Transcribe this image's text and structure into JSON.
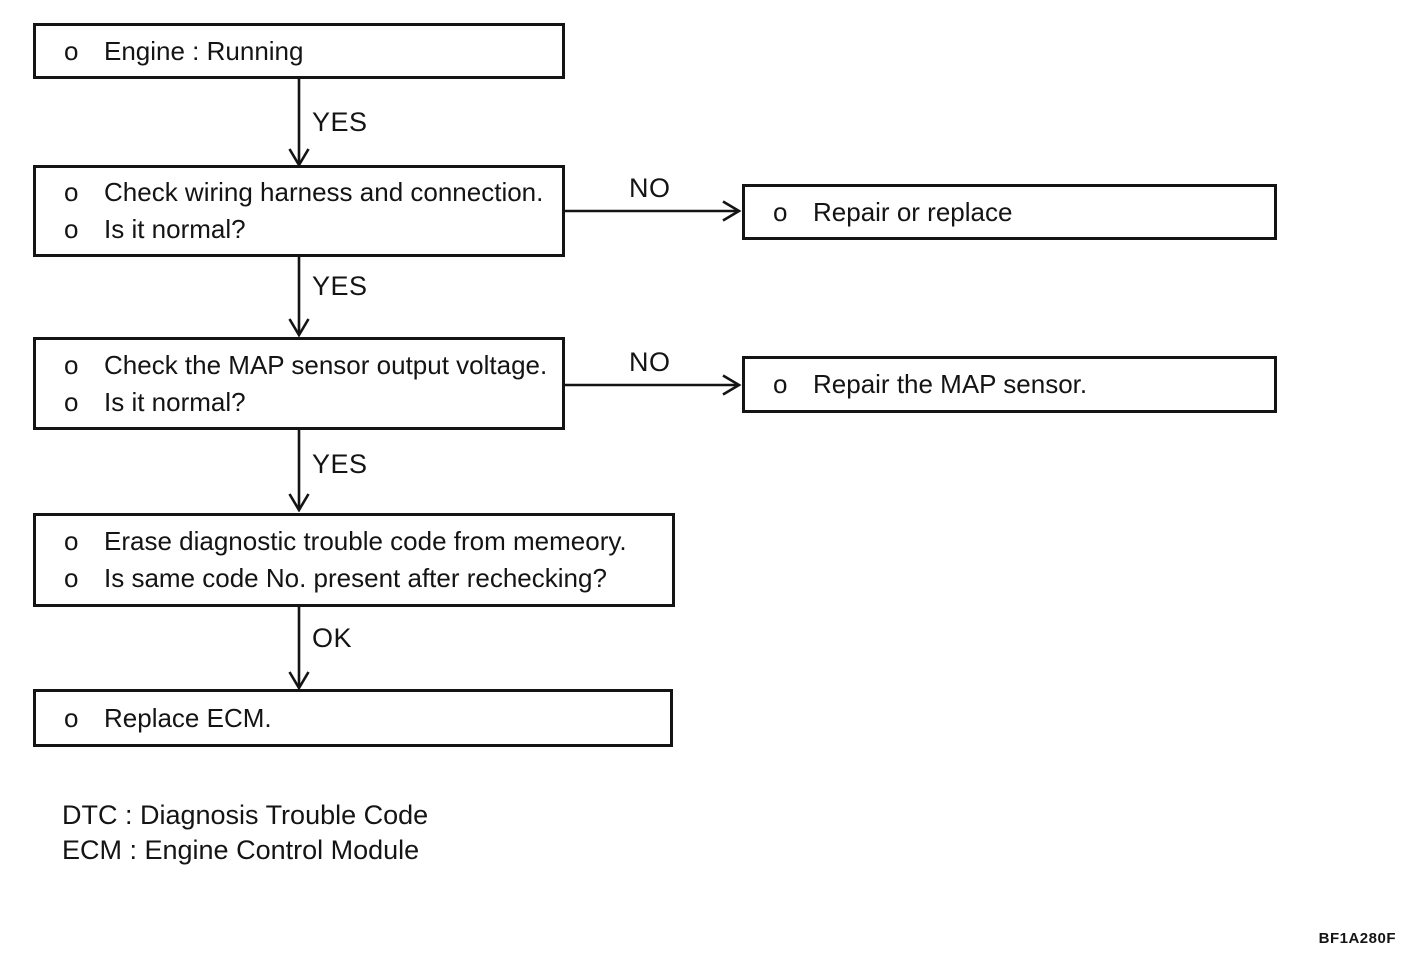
{
  "flowchart": {
    "bullet": "o",
    "boxes": {
      "engine": {
        "lines": [
          "Engine : Running"
        ]
      },
      "wiring": {
        "lines": [
          "Check wiring harness and connection.",
          "Is it normal?"
        ]
      },
      "repair_replace": {
        "lines": [
          "Repair or replace"
        ]
      },
      "map_sensor": {
        "lines": [
          "Check the MAP sensor output voltage.",
          "Is it normal?"
        ]
      },
      "repair_map": {
        "lines": [
          "Repair the MAP sensor."
        ]
      },
      "erase_dtc": {
        "lines": [
          "Erase diagnostic trouble code from memeory.",
          "Is same code No. present after rechecking?"
        ]
      },
      "replace_ecm": {
        "lines": [
          "Replace ECM."
        ]
      }
    },
    "labels": {
      "yes1": "YES",
      "no1": "NO",
      "yes2": "YES",
      "no2": "NO",
      "yes3": "YES",
      "ok": "OK"
    }
  },
  "legend": {
    "dtc": "DTC : Diagnosis Trouble Code",
    "ecm": "ECM : Engine Control Module"
  },
  "figure_code": "BF1A280F",
  "colors": {
    "ink": "#141414",
    "background": "#ffffff"
  }
}
